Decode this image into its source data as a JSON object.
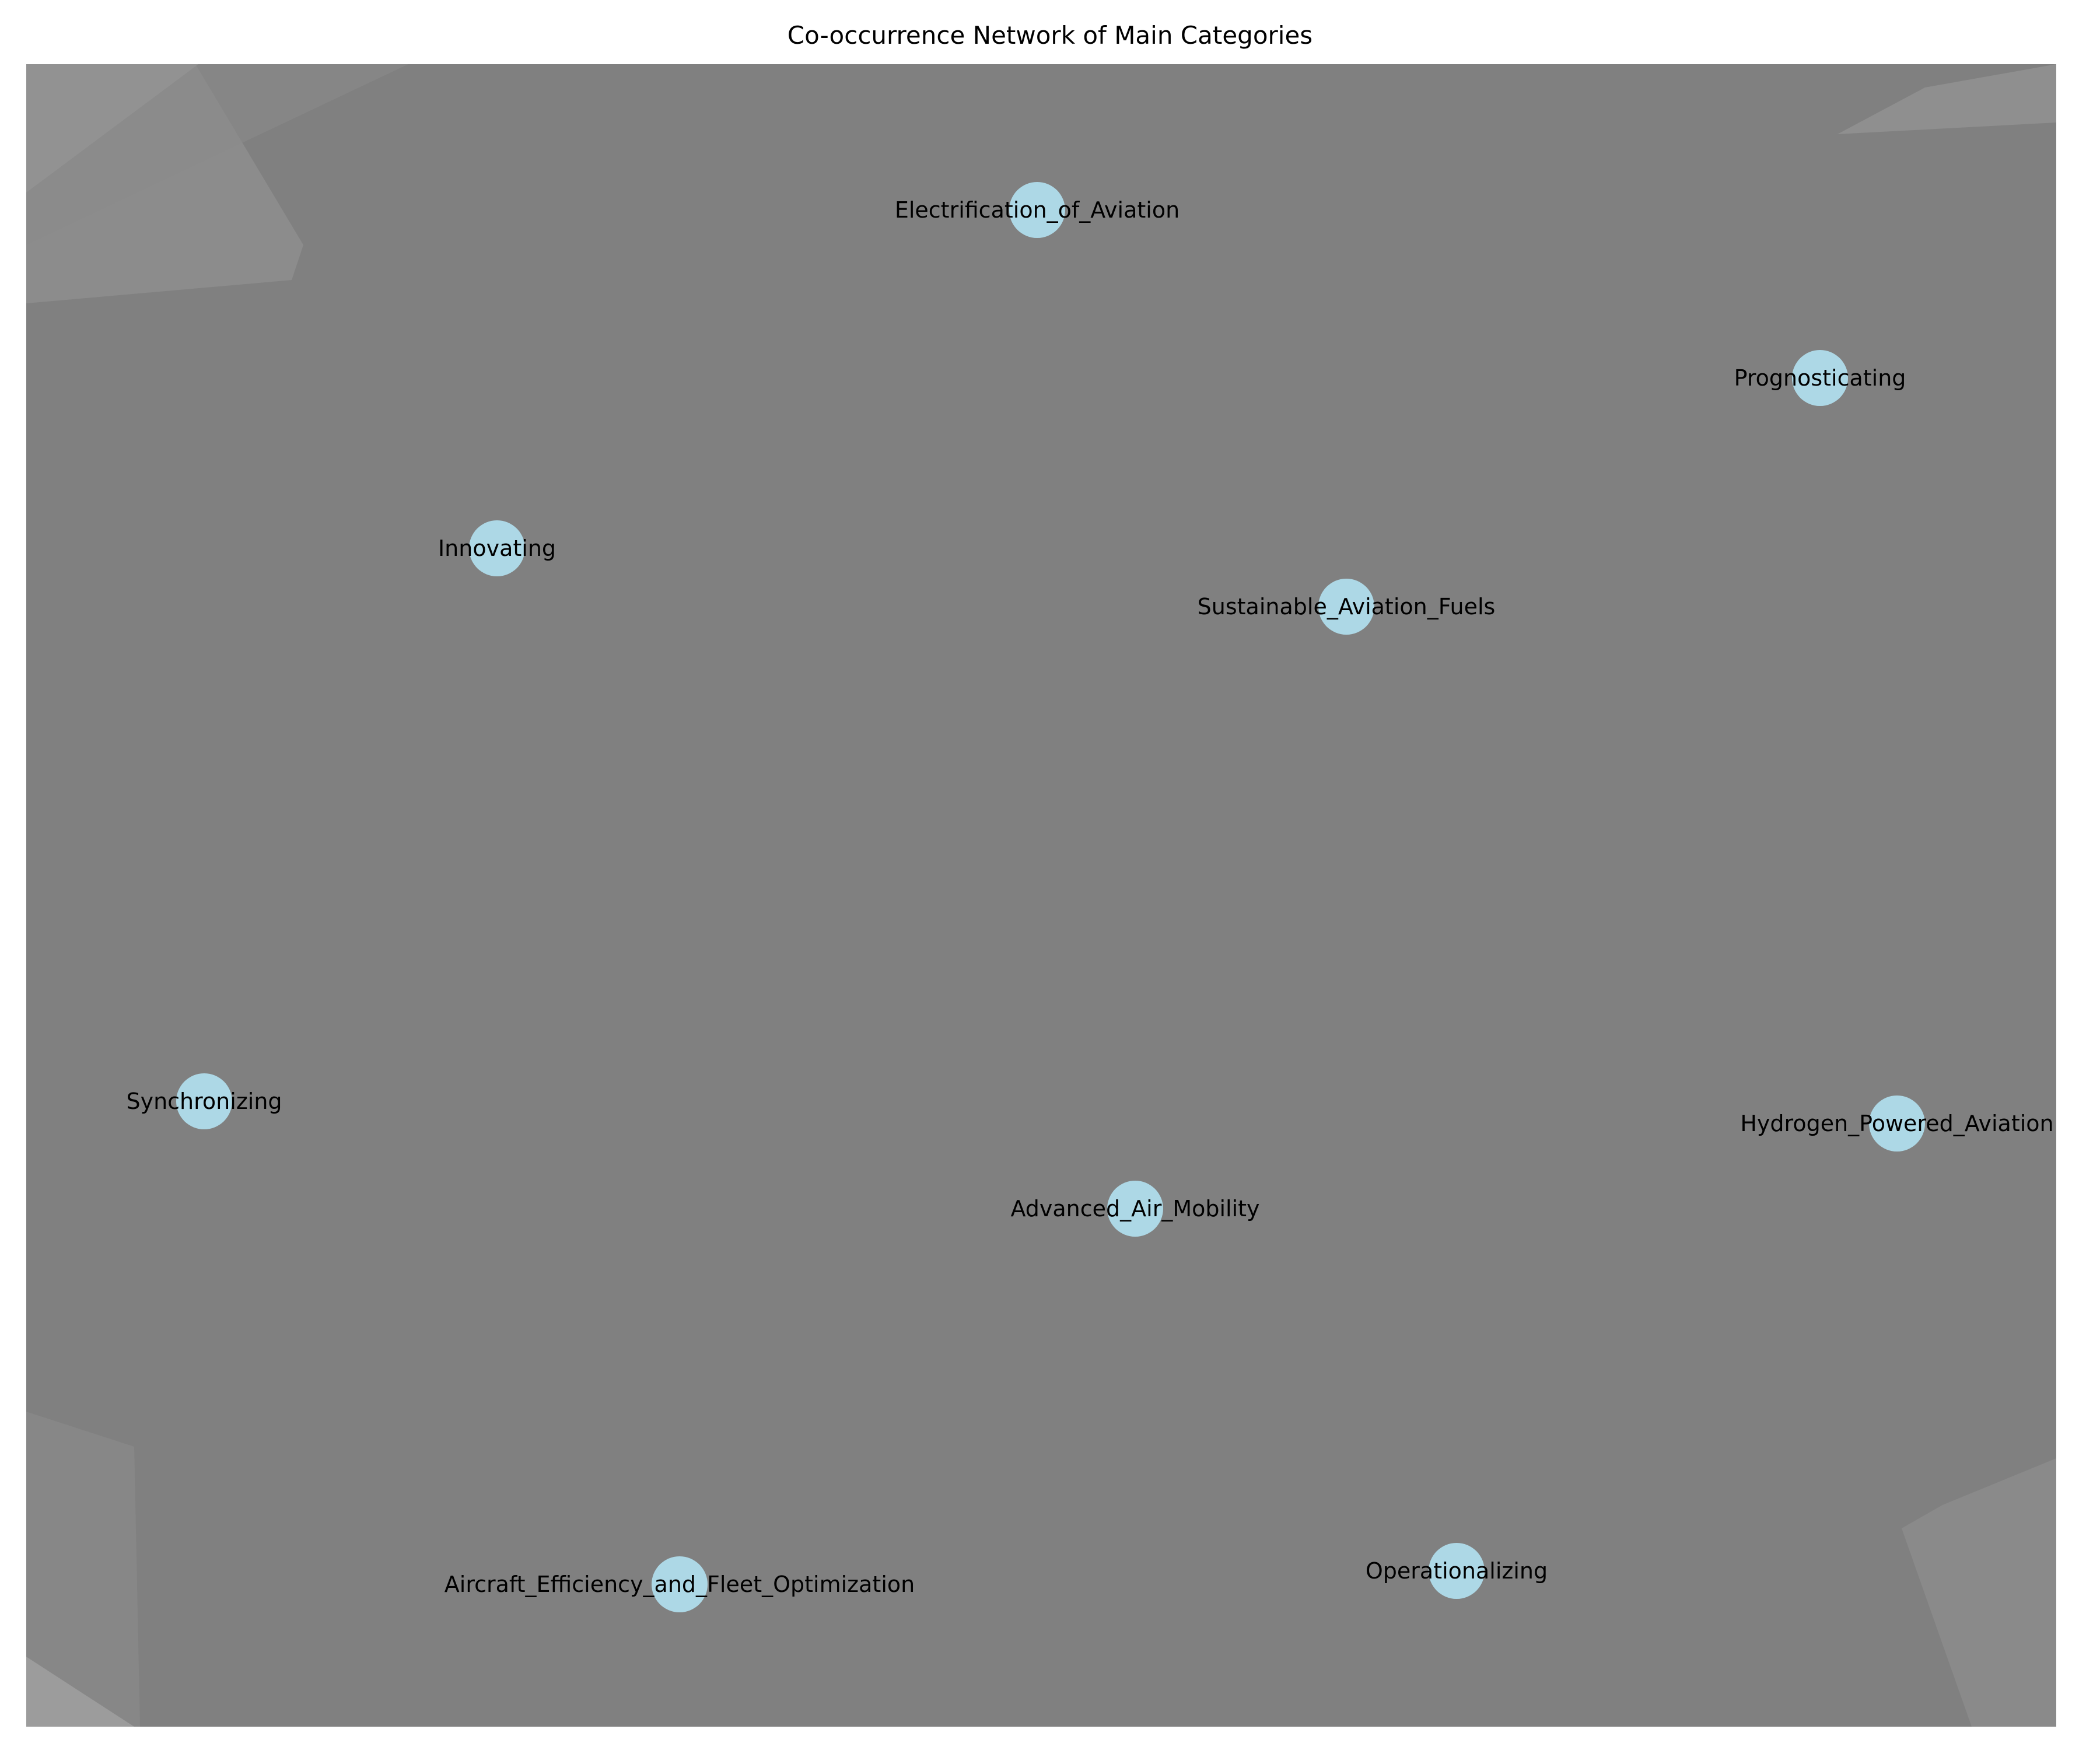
{
  "title": "Co-occurrence Network of Main Categories",
  "colors": {
    "background": "#ffffff",
    "edge_fill": "#808080",
    "node_fill": "#add8e6",
    "label_text": "#000000"
  },
  "nodes": [
    {
      "id": "electrification",
      "label": "Electrification_of_Aviation"
    },
    {
      "id": "prognosticating",
      "label": "Prognosticating"
    },
    {
      "id": "innovating",
      "label": "Innovating"
    },
    {
      "id": "saf",
      "label": "Sustainable_Aviation_Fuels"
    },
    {
      "id": "synchronizing",
      "label": "Synchronizing"
    },
    {
      "id": "hydrogen",
      "label": "Hydrogen_Powered_Aviation"
    },
    {
      "id": "aam",
      "label": "Advanced_Air_Mobility"
    },
    {
      "id": "efficiency",
      "label": "Aircraft_Efficiency_and_Fleet_Optimization"
    },
    {
      "id": "operationalizing",
      "label": "Operationalizing"
    }
  ]
}
